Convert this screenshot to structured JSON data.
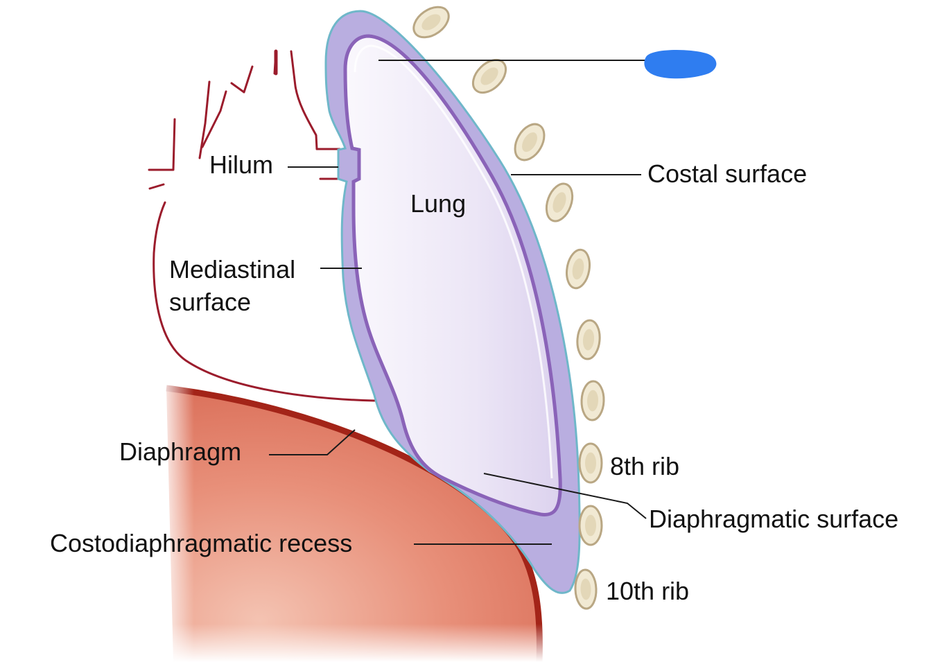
{
  "labels": {
    "hilum": "Hilum",
    "lung": "Lung",
    "mediastinal_line1": "Mediastinal",
    "mediastinal_line2": "surface",
    "costal_surface": "Costal surface",
    "diaphragm": "Diaphragm",
    "rib_8": "8th rib",
    "rib_10": "10th rib",
    "diaphragmatic_surface": "Diaphragmatic surface",
    "costodiaphragmatic_recess": "Costodiaphragmatic recess"
  },
  "colors": {
    "pleura_fill": "#b9aee0",
    "pleura_edge": "#6fb7c9",
    "visceral_line": "#8a63b8",
    "lung_fill": "#efeaf7",
    "mediastinum_outline": "#9b1c2c",
    "diaphragm_fill": "#e07b62",
    "diaphragm_edge": "#a32418",
    "rib_fill": "#f1e9d3",
    "rib_stroke": "#b9a784",
    "redaction": "#2f7df0"
  },
  "hidden_label_marker": "blue-redaction-mark"
}
